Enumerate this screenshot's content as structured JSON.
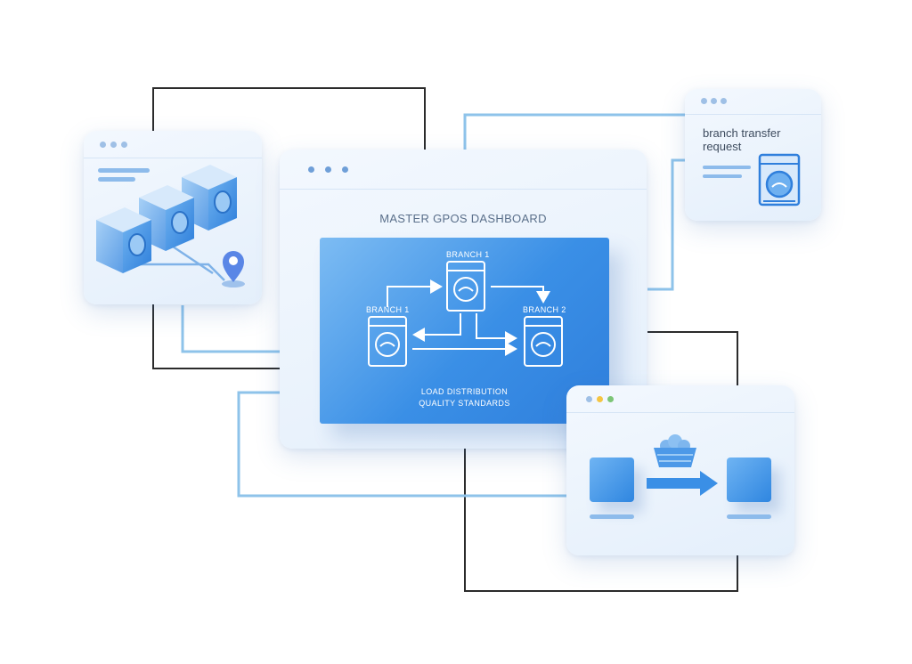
{
  "diagram": {
    "dashboard_title": "MASTER GPOS DASHBOARD",
    "branch_top_label": "BRANCH 1",
    "branch_left_label": "BRANCH 1",
    "branch_right_label": "BRANCH 2",
    "footer_line1": "LOAD DISTRIBUTION",
    "footer_line2": "QUALITY STANDARDS",
    "transfer_card_text": "branch transfer request"
  },
  "colors": {
    "accent_blue": "#3a8fe6",
    "connector_dark": "#2b2b2b",
    "connector_light": "#8ec3ea",
    "window_dot": "#9fc0e6",
    "dot_yellow": "#f5c542",
    "dot_green": "#7cc576"
  },
  "icons": [
    "washing-machine-icon",
    "map-pin-icon",
    "laundry-basket-icon",
    "arrow-right-icon"
  ]
}
